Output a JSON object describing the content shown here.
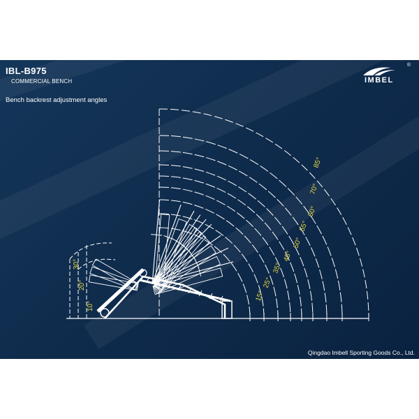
{
  "header": {
    "model": "IBL-B975",
    "product": "COMMERCIAL BENCH",
    "caption": "Bench backrest adjustment angles"
  },
  "brand": {
    "logo_text": "IMBEL",
    "registered": "®",
    "company": "Qingdao Imbell Sporting Goods Co., Ltd."
  },
  "colors": {
    "background": "#0f2c4d",
    "line": "#ffffff",
    "angle_label": "#e8d844"
  },
  "backrest_angles": {
    "arc_labels": [
      "15°",
      "25°",
      "35°",
      "45°",
      "50°",
      "55°",
      "60°",
      "70°",
      "85°"
    ],
    "seat_labels": [
      "10°",
      "20°",
      "30°"
    ]
  }
}
